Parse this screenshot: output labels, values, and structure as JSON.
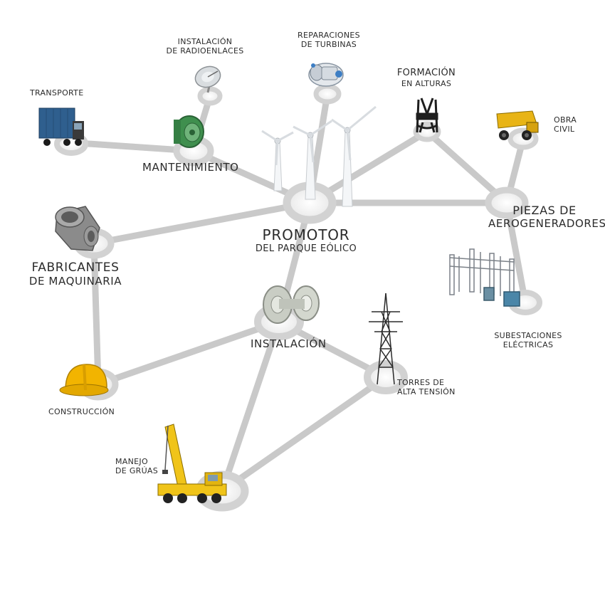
{
  "center": {
    "title": "PROMOTOR",
    "subtitle": "DEL PARQUE EÓLICO"
  },
  "hubs": {
    "mantenimiento": "MANTENIMIENTO",
    "piezas": {
      "line1": "PIEZAS DE",
      "line2": "AEROGENERADORES"
    },
    "fabricantes": {
      "line1": "FABRICANTES",
      "line2": "DE MAQUINARIA"
    },
    "instalacion": "INSTALACIÓN"
  },
  "nodes": {
    "radioenlaces": {
      "line1": "INSTALACIÓN",
      "line2": "DE RADIOENLACES"
    },
    "turbinas": {
      "line1": "REPARACIONES",
      "line2": "DE TURBINAS"
    },
    "formacion": {
      "line1": "FORMACIÓN",
      "line2": "EN ALTURAS"
    },
    "transporte": "TRANSPORTE",
    "obra_civil": {
      "line1": "OBRA",
      "line2": "CIVIL"
    },
    "subestaciones": {
      "line1": "SUBESTACIONES",
      "line2": "ELÉCTRICAS"
    },
    "construccion": "CONSTRUCCIÓN",
    "torres": {
      "line1": "TORRES DE",
      "line2": "ALTA TENSIÓN"
    },
    "gruas": {
      "line1": "MANEJO",
      "line2": "DE GRÚAS"
    }
  },
  "icons": [
    "satellite-dish-icon",
    "turbine-engine-icon",
    "safety-harness-icon",
    "shipping-truck-icon",
    "green-generator-icon",
    "dump-truck-icon",
    "wind-turbines-icon",
    "gearbox-part-icon",
    "electrical-substation-icon",
    "cable-reels-icon",
    "hard-hat-icon",
    "transmission-tower-icon",
    "crane-icon"
  ],
  "colors": {
    "line": "#c9c9c9",
    "ring": "#d2d2d2",
    "text": "#2b2b2b",
    "hat_yellow": "#f2b400",
    "crane_yellow": "#f0c419",
    "generator_green": "#3f8f4e"
  }
}
